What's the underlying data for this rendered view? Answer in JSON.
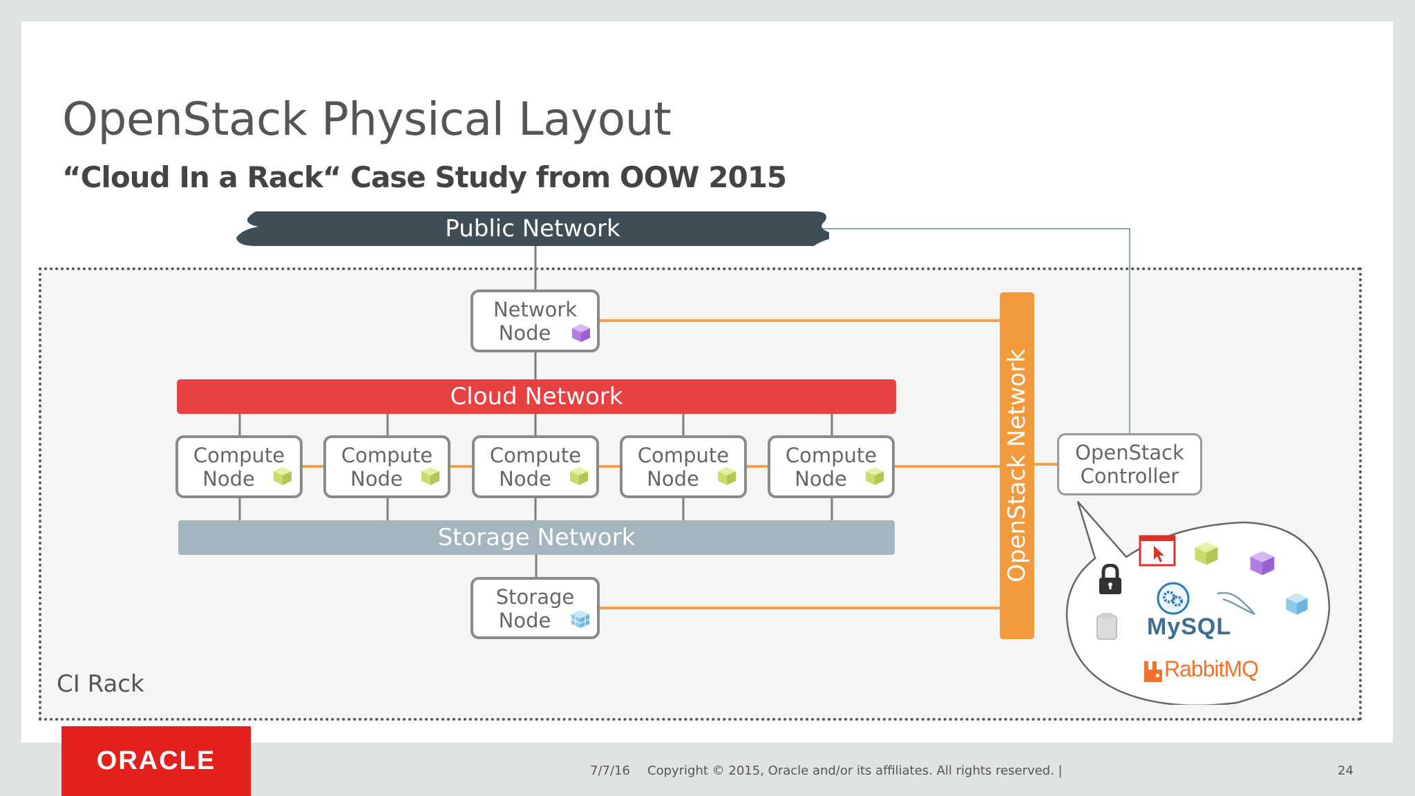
{
  "slide": {
    "title": "OpenStack Physical Layout",
    "subtitle": "“Cloud In a Rack“ Case Study from OOW 2015"
  },
  "diagram": {
    "public_network": "Public Network",
    "cloud_network": "Cloud Network",
    "storage_network": "Storage Network",
    "openstack_network": "OpenStack Network",
    "rack_label": "CI Rack",
    "network_node": {
      "line1": "Network",
      "line2": "Node"
    },
    "storage_node": {
      "line1": "Storage",
      "line2": "Node"
    },
    "compute_nodes": [
      {
        "line1": "Compute",
        "line2": "Node"
      },
      {
        "line1": "Compute",
        "line2": "Node"
      },
      {
        "line1": "Compute",
        "line2": "Node"
      },
      {
        "line1": "Compute",
        "line2": "Node"
      },
      {
        "line1": "Compute",
        "line2": "Node"
      }
    ],
    "controller": {
      "line1": "OpenStack",
      "line2": "Controller"
    },
    "controller_services": {
      "mysql": "MySQL",
      "rabbitmq": "RabbitMQ",
      "icons": [
        "lock-icon",
        "dashboard-icon",
        "compute-cube-icon",
        "network-cube-icon",
        "gears-icon",
        "dolphin-icon",
        "storage-cube-icon",
        "keystone-icon",
        "rabbitmq-icon"
      ]
    }
  },
  "colors": {
    "public_network": "#3e4d56",
    "cloud_network": "#e84142",
    "storage_network": "#a3b5be",
    "openstack_network": "#f39a3e",
    "links": "#f0a048",
    "oracle_red": "#e3201b"
  },
  "footer": {
    "date": "7/7/16",
    "copyright": "Copyright © 2015, Oracle and/or its affiliates. All rights reserved.  |",
    "page_number": "24",
    "logo_text": "ORACLE"
  }
}
